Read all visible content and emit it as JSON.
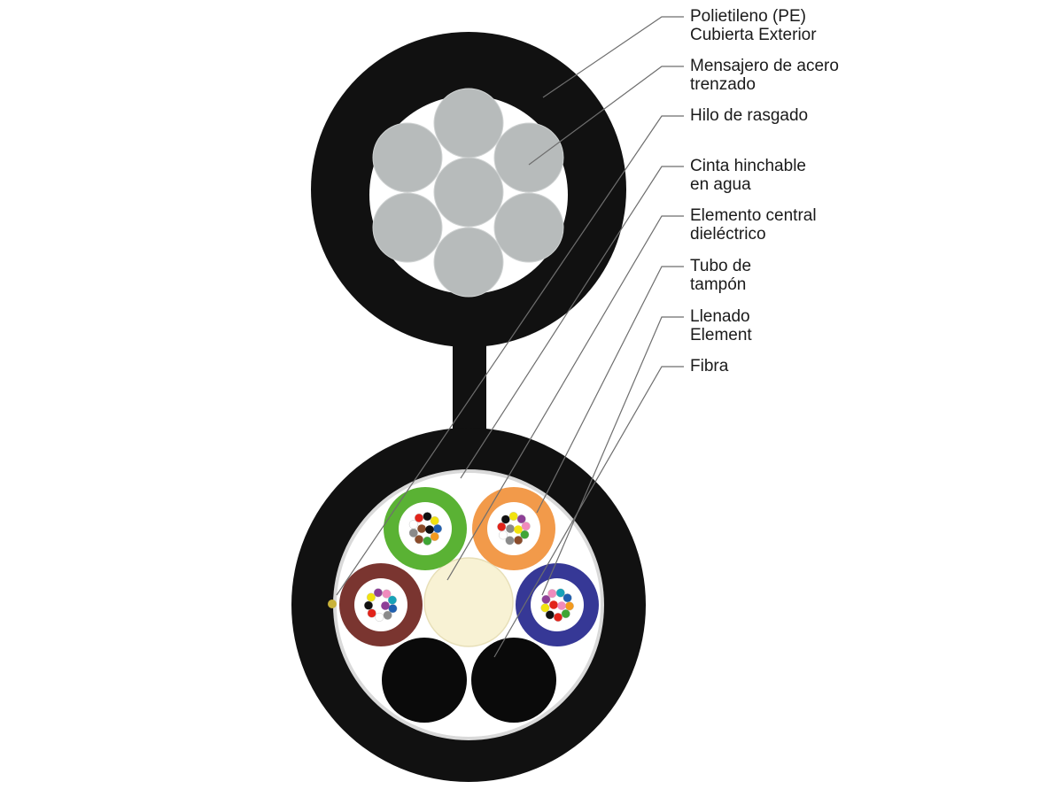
{
  "labels": [
    {
      "id": "pe-outer-jacket",
      "lines": [
        "Polietileno (PE)",
        "Cubierta Exterior"
      ]
    },
    {
      "id": "stranded-steel-messenger",
      "lines": [
        "Mensajero de acero",
        "trenzado"
      ]
    },
    {
      "id": "ripcord",
      "lines": [
        "Hilo de rasgado",
        ""
      ]
    },
    {
      "id": "water-swellable-tape",
      "lines": [
        "Cinta hinchable",
        "en agua"
      ]
    },
    {
      "id": "dielectric-central-member",
      "lines": [
        "Elemento central",
        "dieléctrico"
      ]
    },
    {
      "id": "buffer-tube",
      "lines": [
        "Tubo de",
        "tampón"
      ]
    },
    {
      "id": "filler-element",
      "lines": [
        "Llenado",
        "Element"
      ]
    },
    {
      "id": "fiber",
      "lines": [
        "Fibra",
        ""
      ]
    }
  ],
  "colors": {
    "jacket": "#111111",
    "steel_wire": "#b7bbbb",
    "tube_green": "#5ab234",
    "tube_orange": "#f29a4a",
    "tube_brown": "#7a3530",
    "tube_blue": "#363896",
    "central_member": "#f8f2d4",
    "leader_line": "#6e6e6e"
  },
  "fiber_colors": [
    "#1f5fb0",
    "#f39a1e",
    "#3fa535",
    "#8a4b2a",
    "#8a8a8a",
    "#ffffff",
    "#e2231a",
    "#111111",
    "#f2e30f",
    "#8e3f97",
    "#f08bbd",
    "#17a2b8"
  ]
}
